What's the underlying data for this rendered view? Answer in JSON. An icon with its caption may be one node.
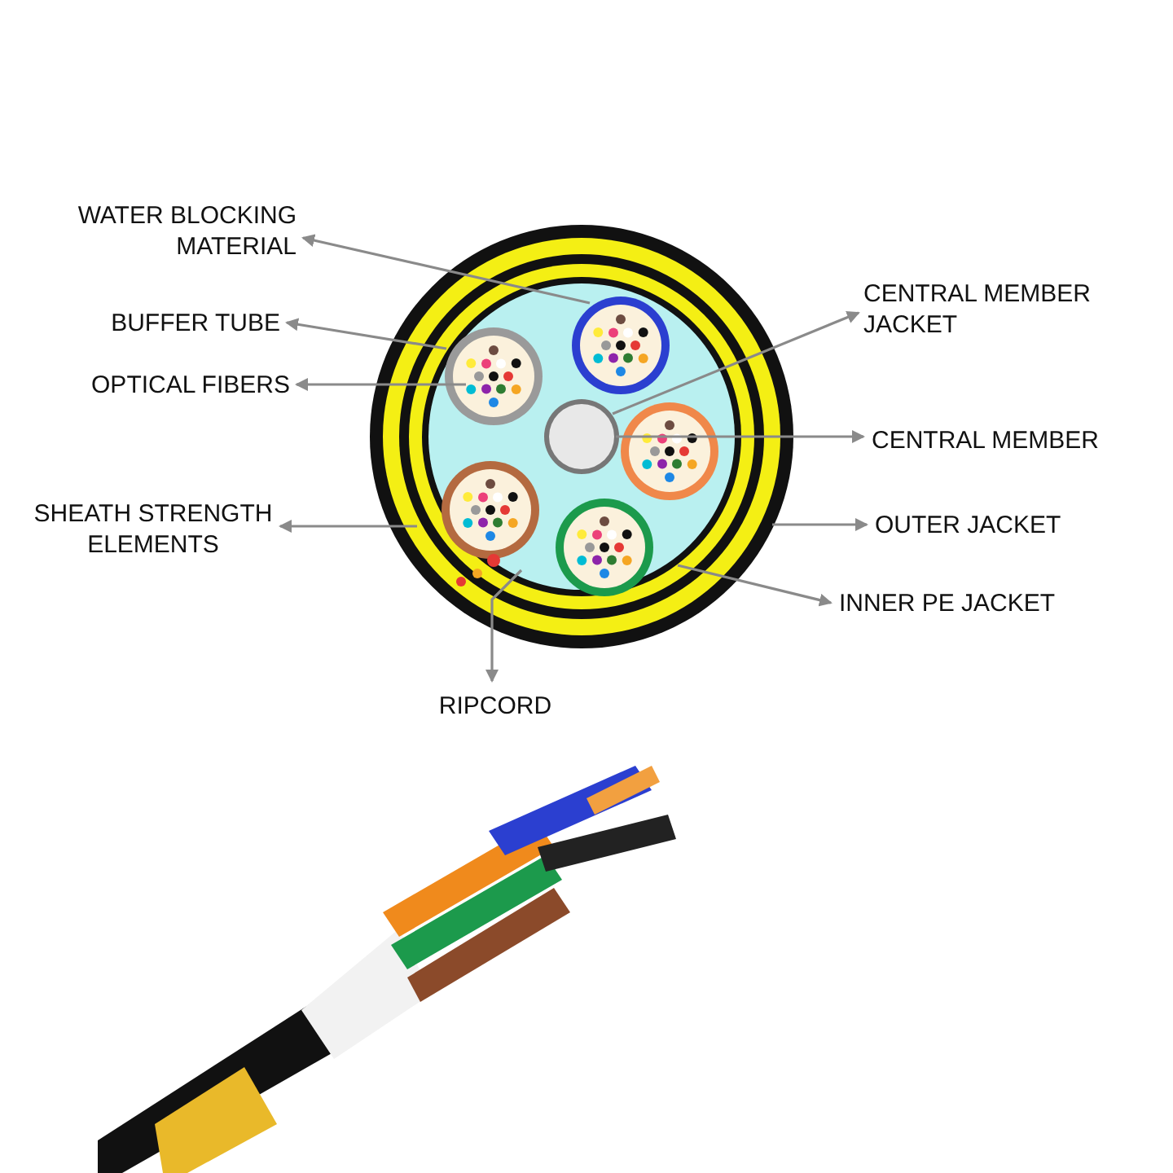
{
  "diagram": {
    "nodes": [
      {
        "text": [
          "WATER BLOCKING MATERIAL"
        ]
      },
      {
        "text": [
          "BUFFER TUBE"
        ]
      },
      {
        "text": [
          "OPTICAL FIBERS"
        ]
      },
      {
        "text": [
          "SHEATH STRENGTH ELEMENTS"
        ]
      },
      {
        "text": [
          "RIPCORD"
        ]
      },
      {
        "text": [
          "CENTRAL MEMBER JACKET"
        ]
      },
      {
        "text": [
          "CENTRAL MEMBER"
        ]
      },
      {
        "text": [
          "OUTER JACKET"
        ]
      },
      {
        "text": [
          "INNER PE JACKET"
        ]
      }
    ],
    "edges": [
      {
        "from": null,
        "to": 0,
        "arrow": "to"
      },
      {
        "from": null,
        "to": 1,
        "arrow": "to"
      },
      {
        "from": null,
        "to": 2,
        "arrow": "to"
      },
      {
        "from": null,
        "to": 3,
        "arrow": "to"
      },
      {
        "from": null,
        "to": 4,
        "arrow": "to"
      },
      {
        "from": null,
        "to": 5,
        "arrow": "to"
      },
      {
        "from": null,
        "to": 6,
        "arrow": "to"
      },
      {
        "from": null,
        "to": 7,
        "arrow": "to"
      },
      {
        "from": null,
        "to": 8,
        "arrow": "to"
      }
    ]
  }
}
